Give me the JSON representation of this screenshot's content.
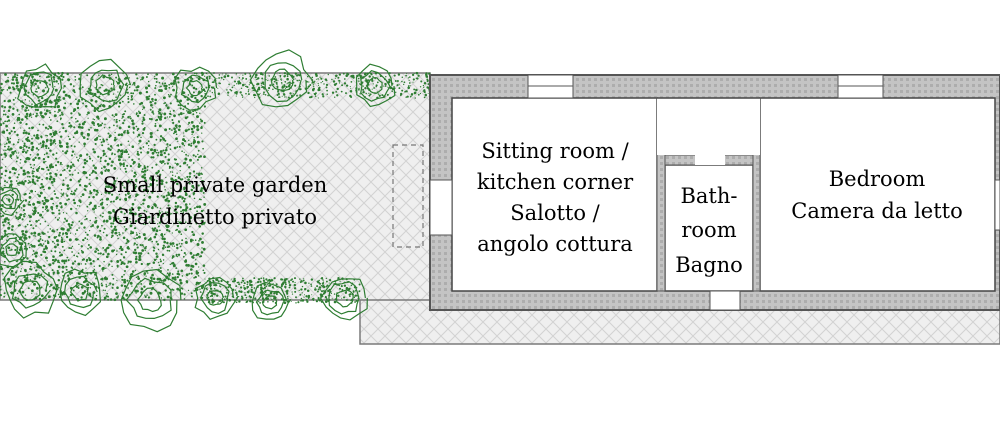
{
  "garden": {
    "label_en": "Small private garden",
    "label_it": "Giardinetto privato"
  },
  "rooms": {
    "sitting": {
      "line1": "Sitting room /",
      "line2": "kitchen corner",
      "line3": "Salotto /",
      "line4": "angolo cottura"
    },
    "bath": {
      "line1": "Bath-",
      "line2": "room",
      "line3": "Bagno"
    },
    "bedroom": {
      "line1": "Bedroom",
      "line2": "Camera da letto"
    }
  },
  "colors": {
    "foliage": "#2e7d32",
    "paving": "#ececec",
    "wall": "#bdbdbd",
    "line": "#555555"
  }
}
